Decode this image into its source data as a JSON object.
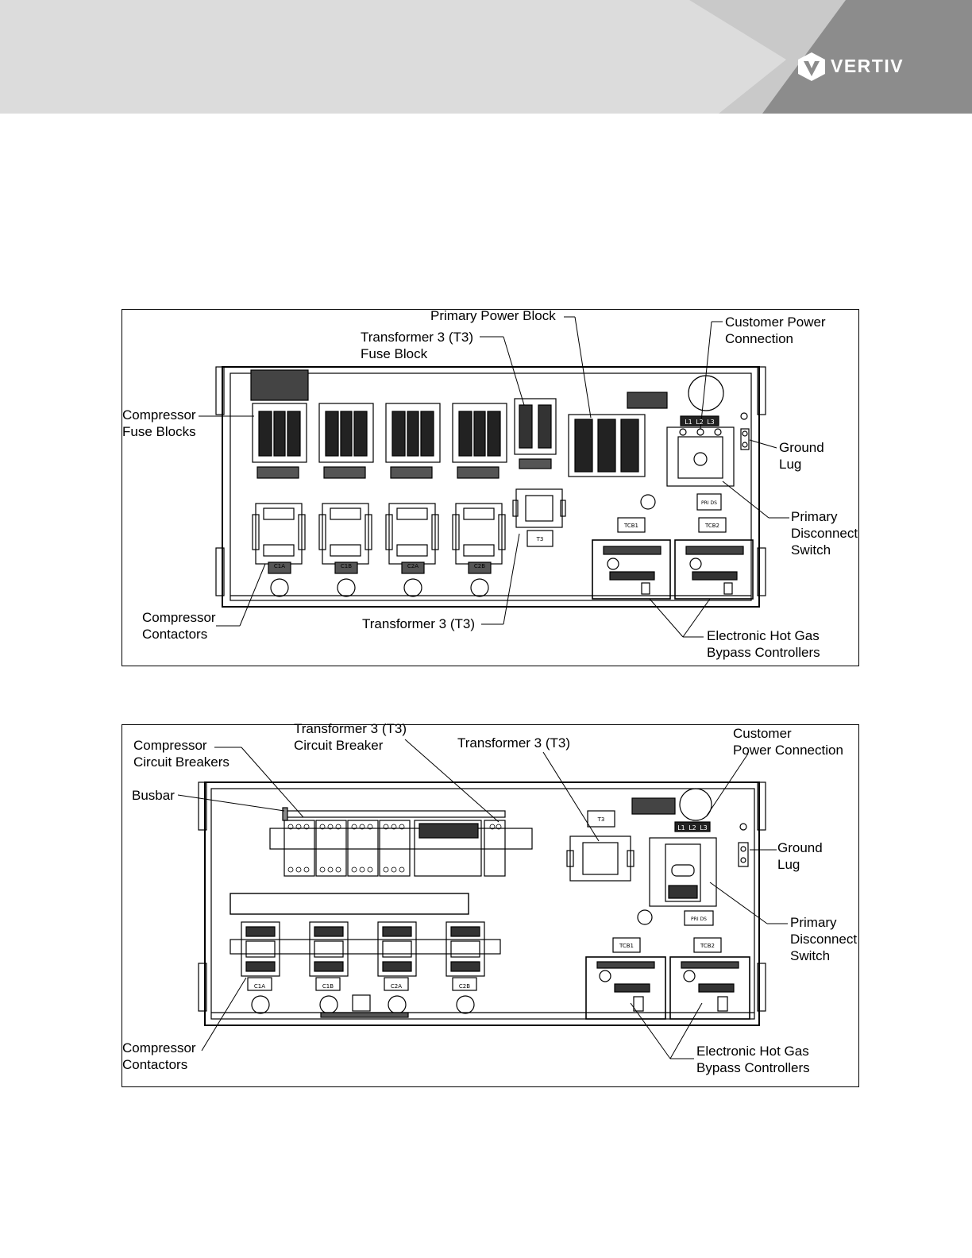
{
  "brand": {
    "name": "VERTIV",
    "colors": {
      "header_light": "#dcdcdc",
      "header_mid": "#c8c8c8",
      "header_dark": "#8c8c8c",
      "logo": "#ffffff"
    }
  },
  "figure1": {
    "callouts": {
      "primary_power_block": "Primary Power Block",
      "transformer_fuse_block_line1": "Transformer 3 (T3)",
      "transformer_fuse_block_line2": "Fuse Block",
      "customer_power_line1": "Customer Power",
      "customer_power_line2": "Connection",
      "compressor_fuse_line1": "Compressor",
      "compressor_fuse_line2": "Fuse Blocks",
      "ground_lug_line1": "Ground",
      "ground_lug_line2": "Lug",
      "primary_disconnect_line1": "Primary",
      "primary_disconnect_line2": "Disconnect",
      "primary_disconnect_line3": "Switch",
      "compressor_contactors_line1": "Compressor",
      "compressor_contactors_line2": "Contactors",
      "transformer": "Transformer 3 (T3)",
      "ehgb_line1": "Electronic Hot Gas",
      "ehgb_line2": "Bypass Controllers"
    },
    "panel_tags": {
      "contactors": [
        "C1A",
        "C1B",
        "C2A",
        "C2B"
      ],
      "transformer": "T3",
      "tcb1": "TCB1",
      "tcb2": "TCB2",
      "pri_ds": "PRI DS",
      "terminals": [
        "L1",
        "L2",
        "L3"
      ]
    }
  },
  "figure2": {
    "callouts": {
      "compressor_breakers_line1": "Compressor",
      "compressor_breakers_line2": "Circuit Breakers",
      "busbar": "Busbar",
      "transformer_breaker_line1": "Transformer 3 (T3)",
      "transformer_breaker_line2": "Circuit Breaker",
      "transformer": "Transformer 3 (T3)",
      "customer_power_line1": "Customer",
      "customer_power_line2": "Power Connection",
      "ground_lug_line1": "Ground",
      "ground_lug_line2": "Lug",
      "primary_disconnect_line1": "Primary",
      "primary_disconnect_line2": "Disconnect",
      "primary_disconnect_line3": "Switch",
      "compressor_contactors_line1": "Compressor",
      "compressor_contactors_line2": "Contactors",
      "ehgb_line1": "Electronic Hot Gas",
      "ehgb_line2": "Bypass Controllers"
    },
    "panel_tags": {
      "contactors": [
        "C1A",
        "C1B",
        "C2A",
        "C2B"
      ],
      "transformer": "T3",
      "tcb1": "TCB1",
      "tcb2": "TCB2",
      "pri_ds": "PRI DS",
      "terminals": [
        "L1",
        "L2",
        "L3"
      ]
    }
  }
}
